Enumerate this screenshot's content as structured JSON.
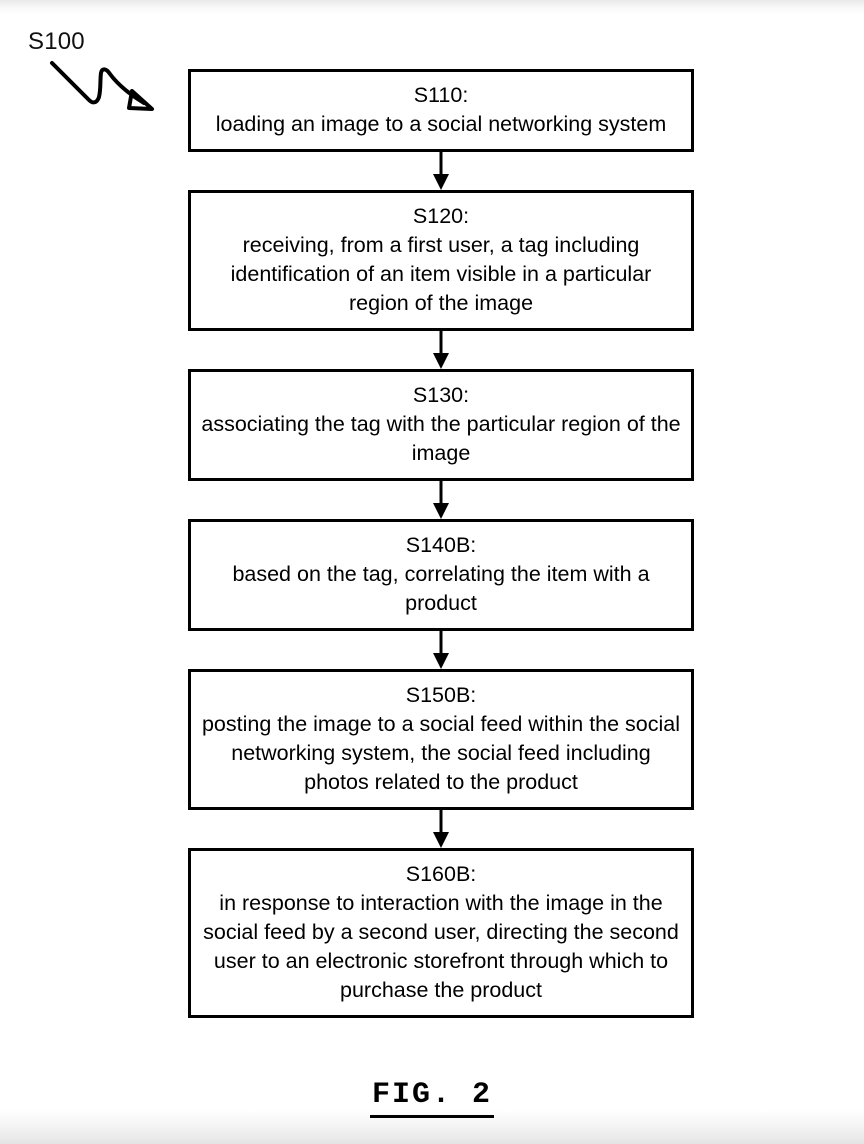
{
  "figure": {
    "caption": "FIG. 2",
    "reference_label": "S100",
    "reference_arrow_icon": "squiggly-arrow-icon",
    "connector_icon": "down-arrow-icon"
  },
  "flowchart": {
    "type": "flowchart",
    "orientation": "vertical",
    "stroke_color": "#000000",
    "fill_color": "#ffffff",
    "steps": [
      {
        "id": "S110:",
        "text": "loading an image to a social networking system"
      },
      {
        "id": "S120:",
        "text": "receiving, from a first user, a tag including identification of an item visible in a particular region of the image"
      },
      {
        "id": "S130:",
        "text": "associating the tag with the particular region of the image"
      },
      {
        "id": "S140B:",
        "text": "based on the tag, correlating the item with a product"
      },
      {
        "id": "S150B:",
        "text": "posting the image to a social feed within the social networking system, the social feed including photos related to the product"
      },
      {
        "id": "S160B:",
        "text": "in response to interaction with the image in the social feed by a second user, directing the second user to an electronic storefront through which to purchase the product"
      }
    ]
  }
}
